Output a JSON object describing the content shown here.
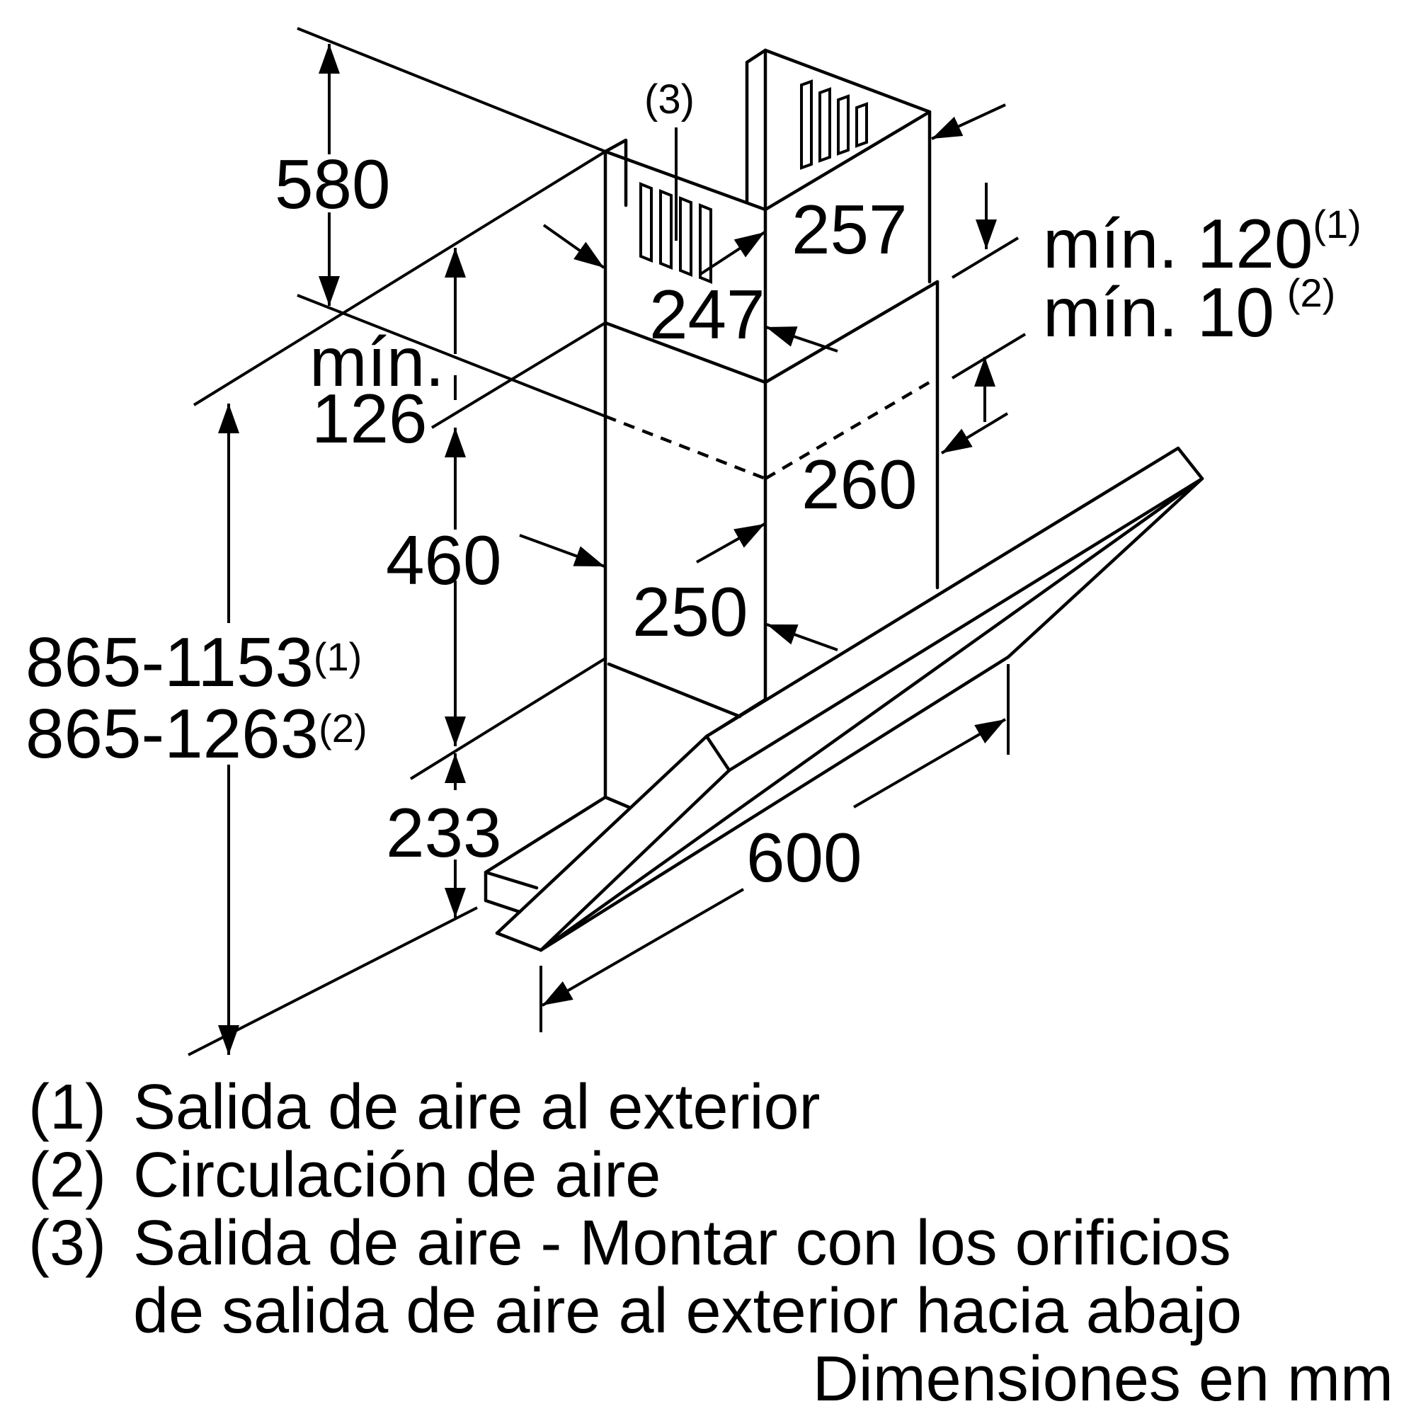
{
  "dimensions": {
    "chimney_height": "580",
    "min_126": {
      "line1": "mín.",
      "line2": "126"
    },
    "duct_upper_height": "460",
    "total_height": {
      "line1": "865-1153",
      "line1_ref": "(1)",
      "line2": "865-1263",
      "line2_ref": "(2)"
    },
    "hood_height": "233",
    "upper_chimney_width": "257",
    "upper_chimney_depth": "247",
    "min_120": {
      "text": "mín. 120",
      "ref": "(1)"
    },
    "min_10": {
      "text": "mín. 10",
      "ref": "(2)"
    },
    "lower_chimney_width": "260",
    "lower_chimney_depth": "250",
    "hood_width": "600"
  },
  "callouts": {
    "air_outlet_ref": "(3)"
  },
  "legend": [
    {
      "ref": "(1)",
      "text": "Salida de aire al exterior"
    },
    {
      "ref": "(2)",
      "text": "Circulación de aire"
    },
    {
      "ref": "(3)",
      "text": "Salida de aire - Montar con los orificios"
    },
    {
      "ref": "",
      "text": "de salida de aire al exterior hacia abajo"
    }
  ],
  "units_note": "Dimensiones en mm"
}
